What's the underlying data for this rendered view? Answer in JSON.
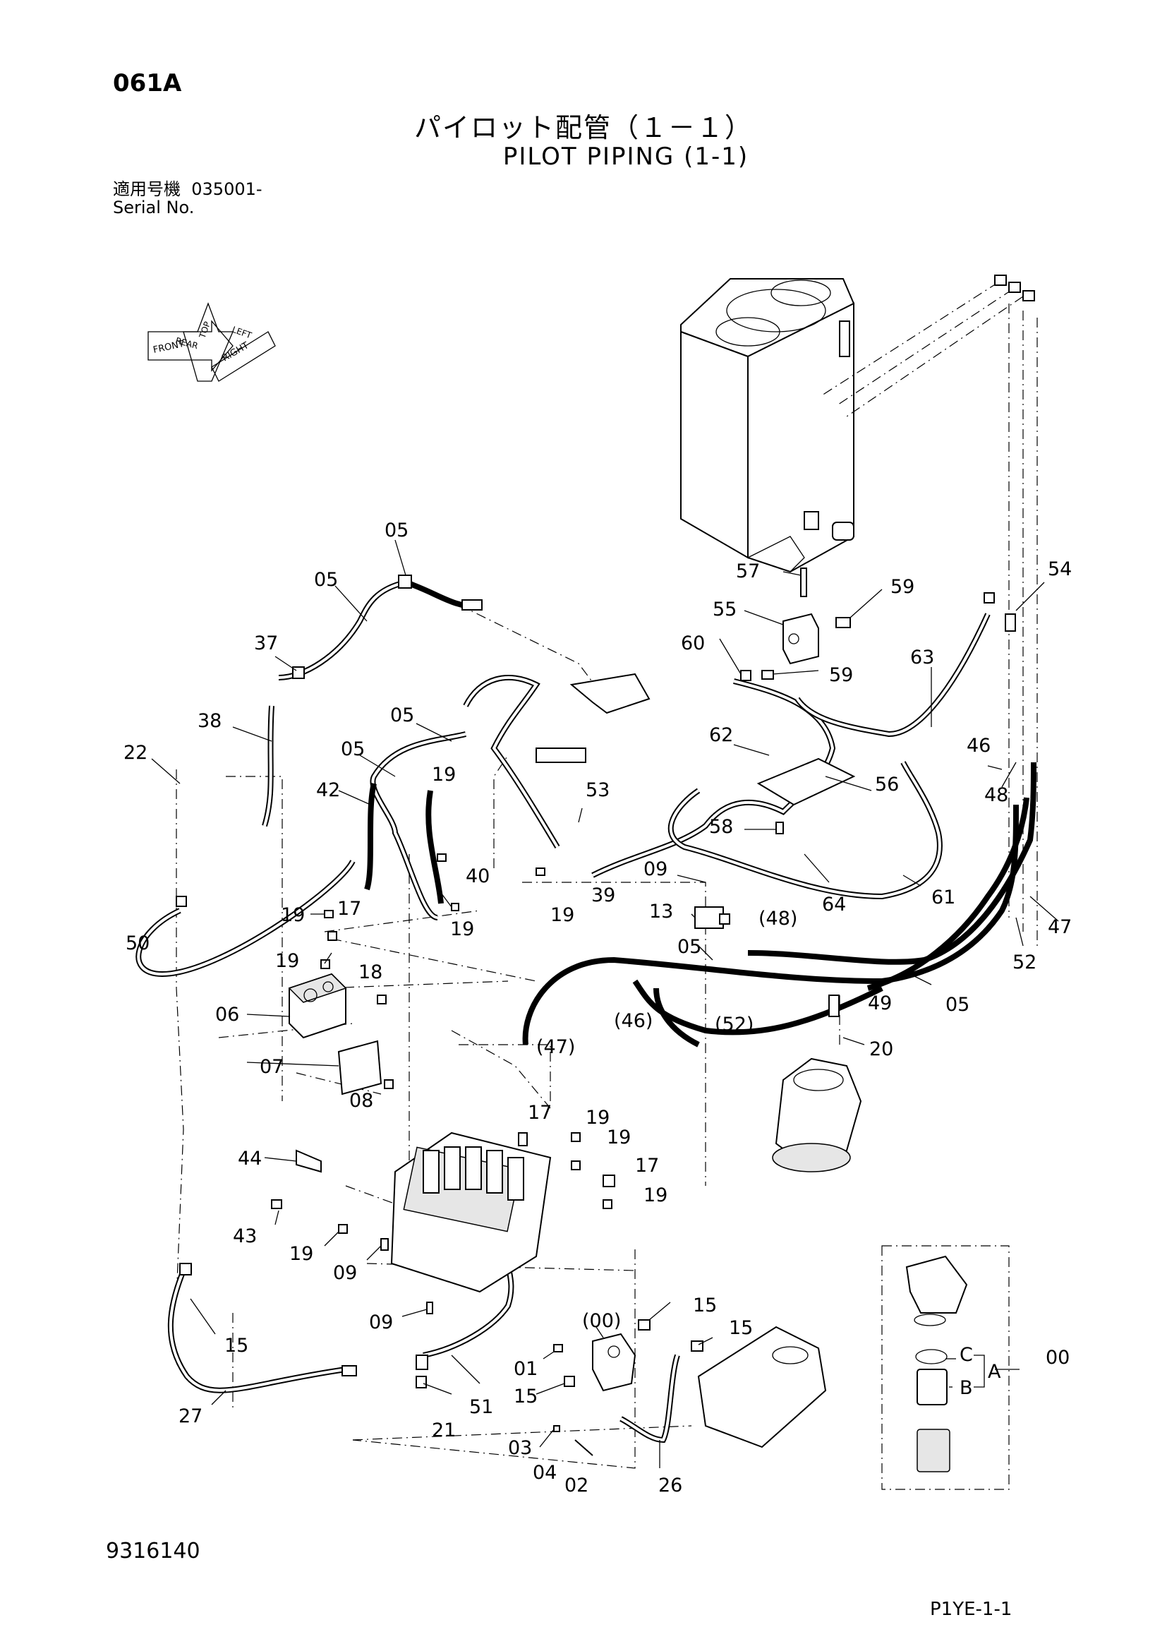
{
  "header": {
    "page_code": "061A",
    "title_jp": "パイロット配管（１－１）",
    "title_en": "PILOT PIPING (1-1)",
    "serial_label_jp": "適用号機",
    "serial_range": "035001-",
    "serial_label_en": "Serial No."
  },
  "orientation_arrows": {
    "labels": [
      "FRONT",
      "RIGHT",
      "TOP",
      "REAR",
      "LEFT"
    ]
  },
  "callouts": {
    "c05a": "05",
    "c05b": "05",
    "c05c": "05",
    "c05d": "05",
    "c05e": "05",
    "c05f": "05",
    "c37": "37",
    "c38": "38",
    "c22": "22",
    "c42": "42",
    "c19a": "19",
    "c19b": "19",
    "c40": "40",
    "c19c": "19",
    "c19d": "19",
    "c39": "39",
    "c50": "50",
    "c17a": "17",
    "c19e": "19",
    "c18": "18",
    "c06": "06",
    "c07": "07",
    "c08": "08",
    "c57": "57",
    "c59a": "59",
    "c55": "55",
    "c60": "60",
    "c59b": "59",
    "c63": "63",
    "c54": "54",
    "c62": "62",
    "c53": "53",
    "c56": "56",
    "c46": "46",
    "c58": "58",
    "c09a": "09",
    "c64": "64",
    "c61": "61",
    "c48": "48",
    "c13": "13",
    "c48p": "(48)",
    "c47": "47",
    "c52": "52",
    "c49": "49",
    "c46p": "(46)",
    "c52p": "(52)",
    "c47p": "(47)",
    "c20": "20",
    "c17b": "17",
    "c19f": "19",
    "c19g": "19",
    "c17c": "17",
    "c19h": "19",
    "c44": "44",
    "c43": "43",
    "c19i": "19",
    "c09b": "09",
    "c09c": "09",
    "c15a": "15",
    "c27": "27",
    "c00p": "(00)",
    "c15b": "15",
    "c15c": "15",
    "c01": "01",
    "c15d": "15",
    "c21": "21",
    "c51": "51",
    "c03": "03",
    "c04": "04",
    "c02": "02",
    "c26": "26",
    "cC": "C",
    "cB": "B",
    "cA": "A",
    "c00": "00"
  },
  "footer": {
    "drawing_number": "9316140",
    "page_ref": "P1YE-1-1"
  }
}
